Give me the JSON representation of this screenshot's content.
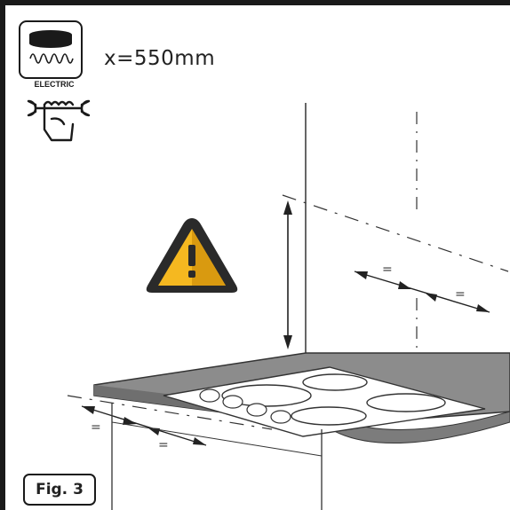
{
  "header": {
    "distance_label": "x=550mm",
    "electric_caption": "ELECTRIC"
  },
  "figure": {
    "label": "Fig. 3"
  },
  "dimensions": {
    "equal_mark": "="
  },
  "icons": {
    "hob_type": "electric-hob-icon",
    "installation": "wrench-hand-icon",
    "warning": "warning-triangle-icon"
  },
  "colors": {
    "frame": "#1a1a1a",
    "worktop": "#8c8c8c",
    "warning_fill": "#f5b820",
    "warning_shade": "#d99a10",
    "warning_border": "#2a2a2a",
    "hob_glass": "#ffffff",
    "line": "#333333"
  }
}
